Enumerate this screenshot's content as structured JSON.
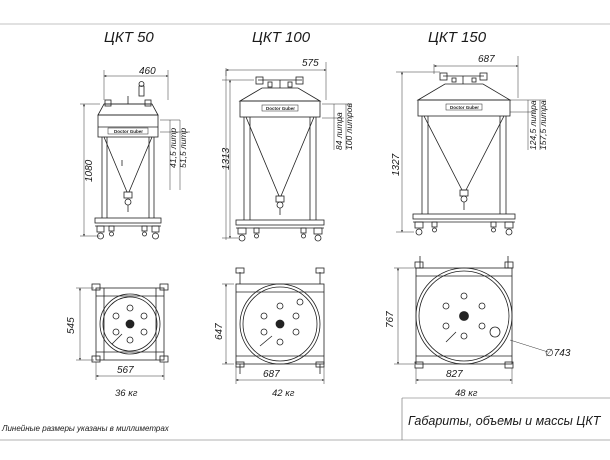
{
  "sheet": {
    "title": "Габариты, объемы и массы ЦКТ",
    "note": "Линейные размеры указаны в миллиметрах",
    "brand": "Doctor Guber"
  },
  "tanks": [
    {
      "name": "ЦКТ 50",
      "width": "460",
      "height": "1080",
      "volume_low": "41,5 литр",
      "volume_high": "51,5 литр",
      "plan_depth": "545",
      "plan_width": "567",
      "mass": "36 кг"
    },
    {
      "name": "ЦКТ 100",
      "width": "575",
      "height": "1313",
      "volume_low": "84 литра",
      "volume_high": "100 литров",
      "plan_depth": "647",
      "plan_width": "687",
      "mass": "42 кг"
    },
    {
      "name": "ЦКТ 150",
      "width": "687",
      "height": "1327",
      "volume_low": "124,5 литра",
      "volume_high": "157,5 литра",
      "plan_depth": "767",
      "plan_width": "827",
      "diameter": "∅743",
      "mass": "48 кг"
    }
  ]
}
